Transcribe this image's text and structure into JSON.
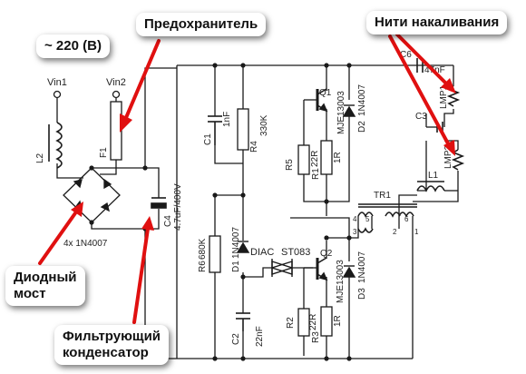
{
  "callouts": {
    "voltage": "~ 220 (В)",
    "fuse": "Предохранитель",
    "filaments": "Нити накаливания",
    "diode_bridge_line1": "Диодный",
    "diode_bridge_line2": "мост",
    "filter_cap_line1": "Фильтрующий",
    "filter_cap_line2": "конденсатор"
  },
  "labels": {
    "vin1": "Vin1",
    "vin2": "Vin2",
    "l2": "L2",
    "f1": "F1",
    "bridge": "4x 1N4007",
    "c4": "C4",
    "c4_val": "4.7uF/400V",
    "c1": "C1",
    "c1_val": "1nF",
    "r4": "R4",
    "r4_val": "330K",
    "r5": "R5",
    "r5_val": "22R",
    "r1": "R1",
    "r1_val": "1R",
    "q1": "Q1",
    "q1_type": "MJE13003",
    "d2": "D2",
    "d2_type": "1N4007",
    "c6": "C6",
    "c6_val": "47nF",
    "lmp1": "LMP1",
    "lmp2": "LMP2",
    "c3": "C3",
    "tr1": "TR1",
    "l1": "L1",
    "r6": "R6",
    "r6_val": "680K",
    "d1": "D1",
    "d1_type": "1N4007",
    "diac": "DIAC",
    "st083": "ST083",
    "q2": "Q2",
    "q2_type": "MJE13003",
    "d3": "D3",
    "d3_type": "1N4007",
    "c2": "C2",
    "c2_val": "22nF",
    "r2": "R2",
    "r2_val": "22R",
    "r3": "R3",
    "r3_val": "1R",
    "tr_pin4": "4",
    "tr_pin5": "5",
    "tr_pin6": "6",
    "tr_pin3": "3",
    "tr_pin2": "2",
    "tr_pin1": "1"
  },
  "colors": {
    "arrow": "#e01010",
    "wire": "#1a1a1a",
    "winding": "#1a1a1a"
  }
}
